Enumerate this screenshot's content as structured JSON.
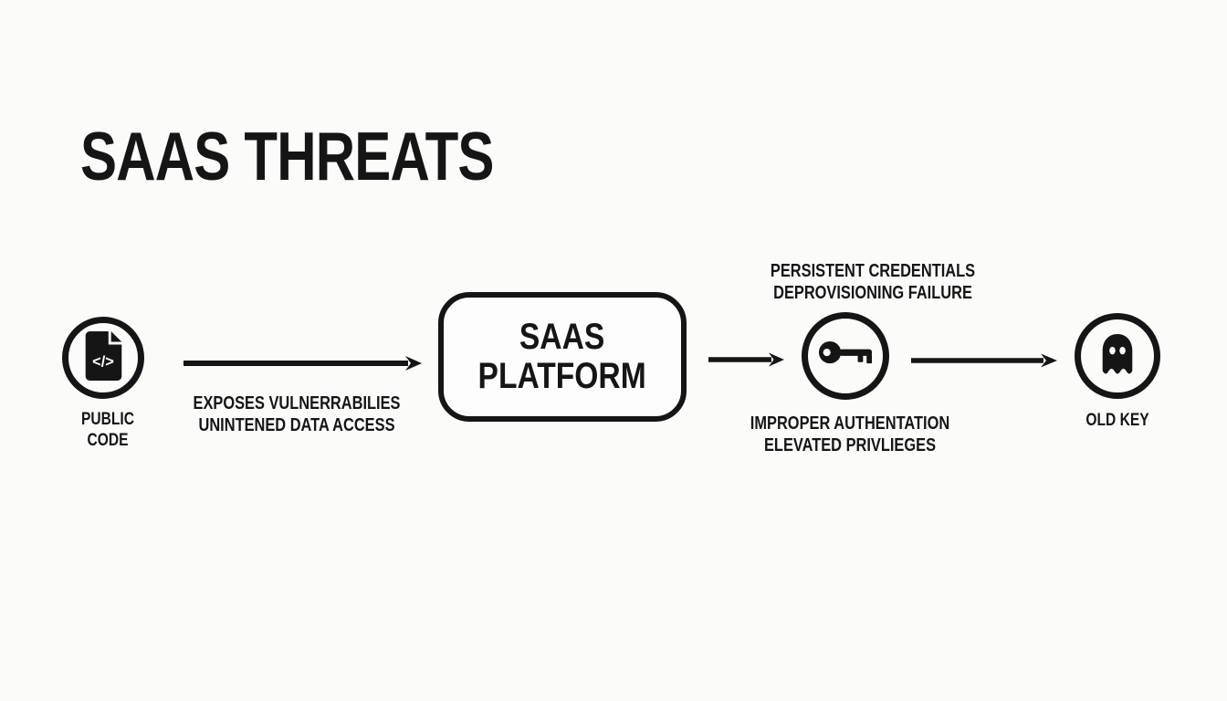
{
  "title": "SAAS THREATS",
  "colors": {
    "ink": "#151515",
    "background": "#fbfbfa"
  },
  "flow": {
    "source_node": {
      "icon": "code-document-icon",
      "icon_glyph": "</>",
      "label_lines": [
        "PUBLIC",
        "CODE"
      ]
    },
    "edge1": {
      "caption_lines": [
        "EXPOSES VULNERRABILIES",
        "UNINTENED DATA ACCESS"
      ]
    },
    "platform_node": {
      "label_lines": [
        "SAAS",
        "PLATFORM"
      ]
    },
    "credential_node": {
      "icon": "key-icon",
      "caption_above_lines": [
        "PERSISTENT CREDENTIALS",
        "DEPROVISIONING FAILURE"
      ],
      "caption_below_lines": [
        "IMPROPER AUTHENTATION",
        "ELEVATED PRIVLIEGES"
      ]
    },
    "ghost_node": {
      "icon": "ghost-icon",
      "label": "OLD KEY"
    }
  }
}
